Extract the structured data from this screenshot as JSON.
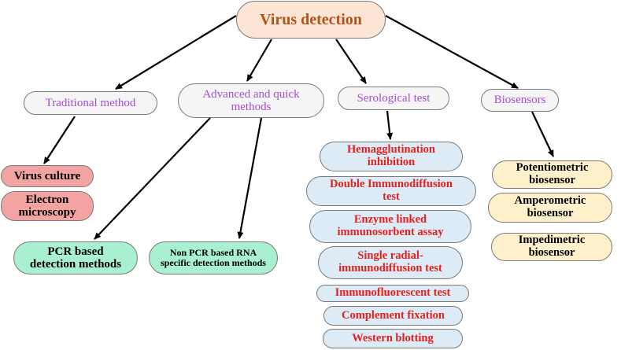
{
  "root": "Virus detection",
  "categories": {
    "traditional": "Traditional method",
    "advanced": "Advanced and quick methods",
    "serological": "Serological test",
    "biosensors": "Biosensors"
  },
  "traditional_items": [
    "Virus culture",
    "Electron microscopy"
  ],
  "advanced_items": [
    "PCR based detection methods",
    "Non PCR based RNA specific detection methods"
  ],
  "serological_items": [
    "Hemagglutination inhibition",
    "Double Immunodiffusion test",
    "Enzyme linked immunosorbent assay",
    "Single radial-immunodiffusion test",
    "Immunofluorescent test",
    "Complement fixation",
    "Western blotting"
  ],
  "biosensor_items": [
    "Potentiometric biosensor",
    "Amperometric biosensor",
    "Impedimetric biosensor"
  ],
  "colors": {
    "root_fill": "#fde5d6",
    "root_text": "#b0541b",
    "category_text": "#a64dd6",
    "serological_text": "#e3201c",
    "culture_fill": "#f4a3a3",
    "pcr_fill": "#a8f0cf",
    "serological_fill": "#ddebf7",
    "biosensor_fill": "#fff0cc"
  }
}
